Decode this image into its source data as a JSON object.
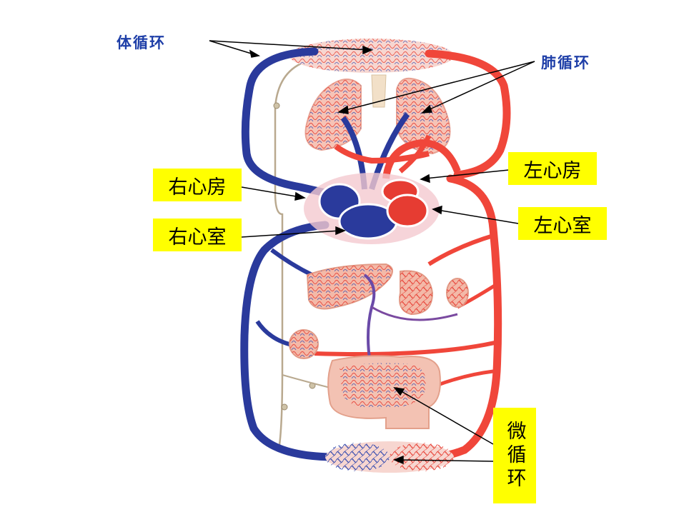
{
  "labels": {
    "systemic": "体循环",
    "pulmonary": "肺循环",
    "left_atrium": "左心房",
    "right_atrium": "右心房",
    "left_ventricle": "左心室",
    "right_ventricle": "右心室",
    "micro": "微循环"
  },
  "colors": {
    "vein": "#2a3a9c",
    "artery": "#f0463a",
    "capillary_bg": "#f7cfc8",
    "organ": "#f3b9a8",
    "label_box": "#ffff00",
    "pointer": "#000000",
    "label_text_blue": "#1f3fa8"
  }
}
